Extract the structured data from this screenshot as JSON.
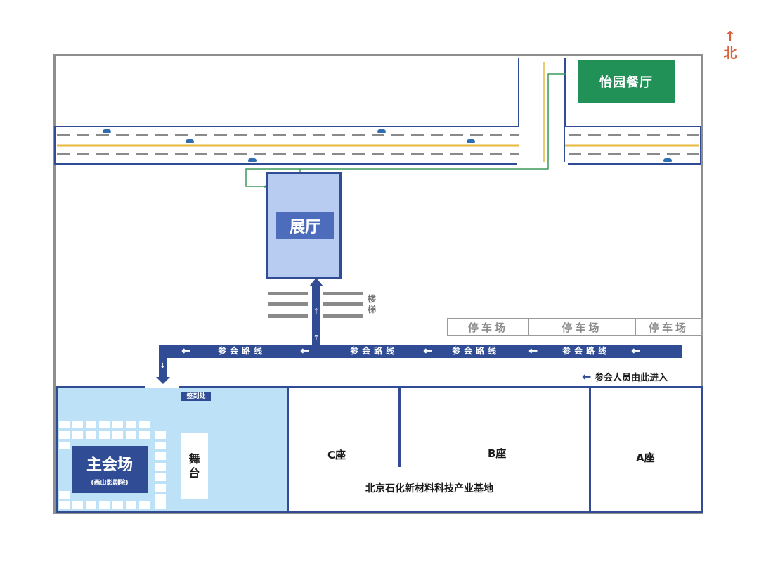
{
  "compass": {
    "arrow": "↑",
    "label": "北"
  },
  "restaurant": {
    "label": "怡园餐厅"
  },
  "exhibition_hall": {
    "label": "展厅"
  },
  "stairs": {
    "label_1": "楼",
    "label_2": "梯"
  },
  "parking": [
    {
      "label": "停车场"
    },
    {
      "label": "停车场"
    },
    {
      "label": "停车场"
    }
  ],
  "route": {
    "label": "参会路线",
    "arrow": "←",
    "up_arrow": "↑",
    "down_arrow": "↓"
  },
  "entrance": {
    "arrow": "←",
    "label": "参会人员由此进入"
  },
  "main_venue": {
    "label": "主会场",
    "sub_label": "(燕山影剧院)",
    "stage_1": "舞",
    "stage_2": "台",
    "checkin": "签到处"
  },
  "buildings": {
    "c": "C座",
    "b": "B座",
    "a": "A座",
    "base": "北京石化新材料科技产业基地"
  },
  "colors": {
    "route_blue": "#2f4c94",
    "hall_fill": "#b8ccf1",
    "main_fill": "#bde2f8",
    "restaurant_green": "#229157",
    "north_red": "#d9603a",
    "road_yellow": "#e7b93e",
    "walk_green": "#3a9a5a"
  }
}
